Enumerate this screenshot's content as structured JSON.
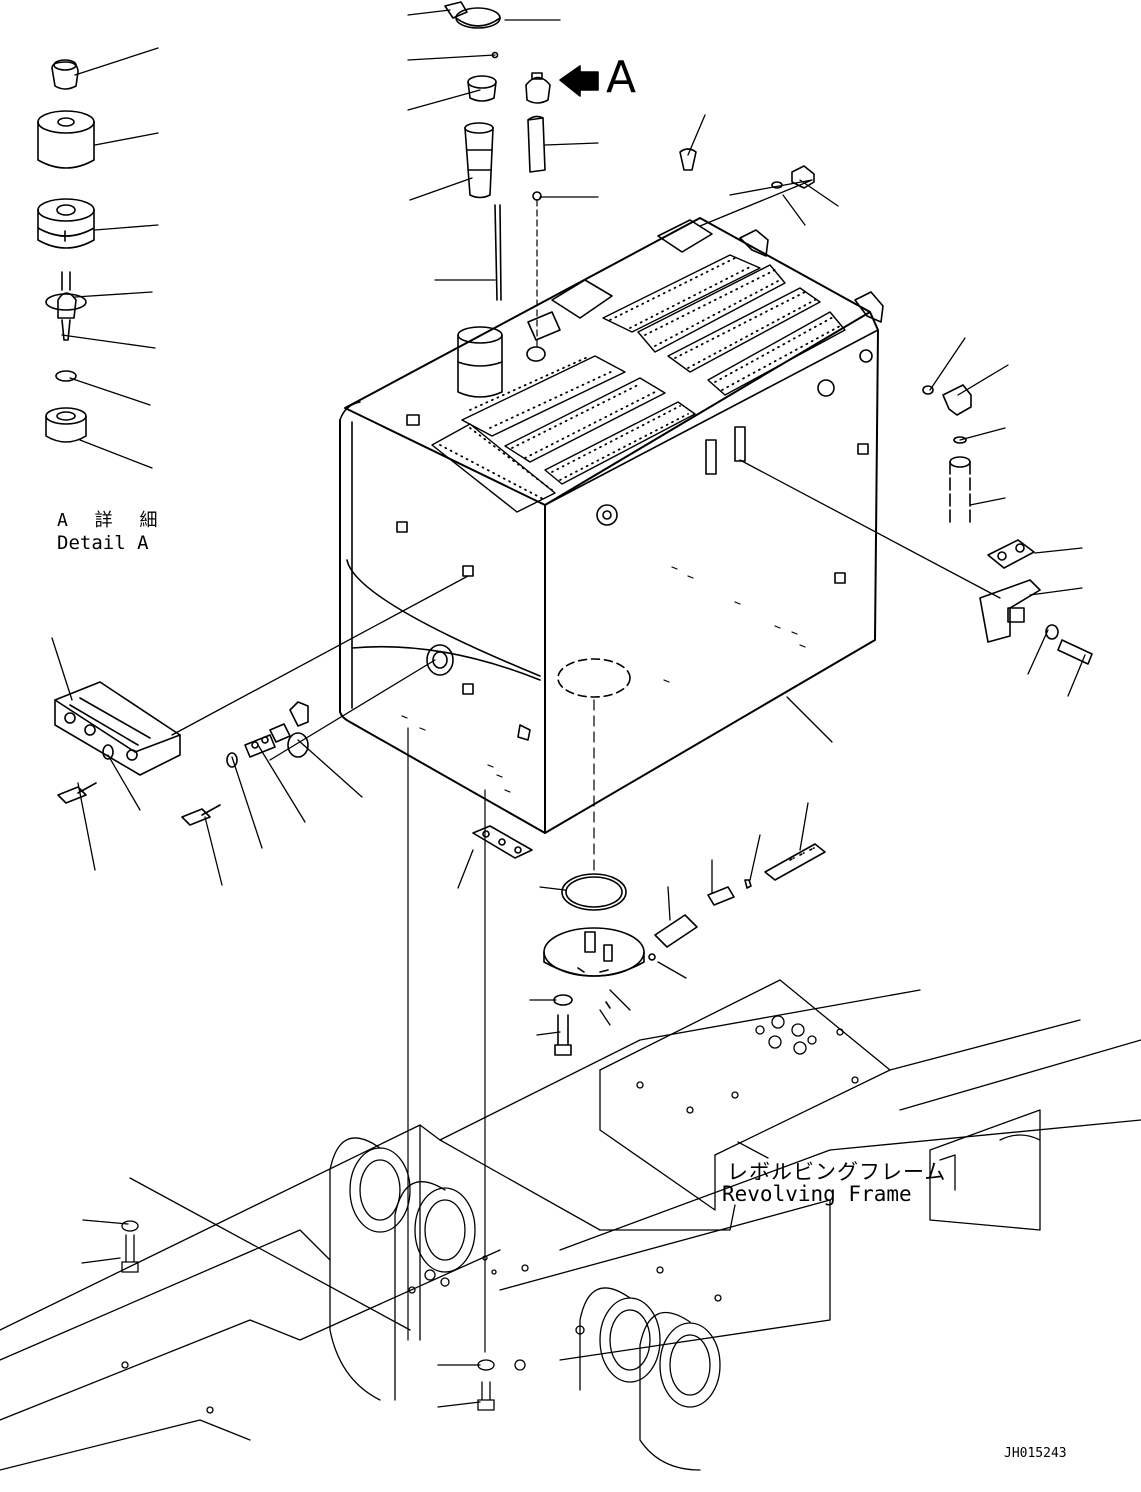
{
  "labels": {
    "detail_jp": "A 詳 細",
    "detail_en": "Detail A",
    "view_marker": "A",
    "frame_jp": "レボルビングフレーム",
    "frame_en": "Revolving Frame",
    "drawing_no": "JH015243"
  },
  "colors": {
    "ink": "#000000",
    "paper": "#ffffff"
  }
}
